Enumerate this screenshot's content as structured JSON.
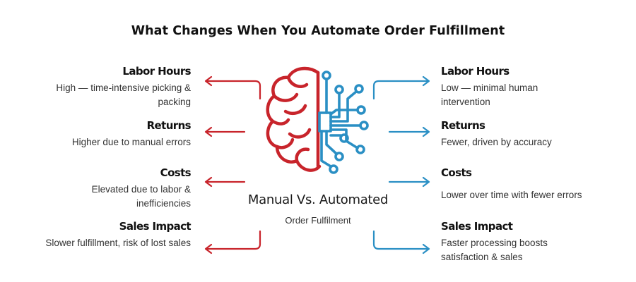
{
  "title": "What Changes When You Automate Order Fulfillment",
  "center": {
    "title": "Manual Vs. Automated",
    "subtitle": "Order Fulfilment"
  },
  "manual": [
    {
      "heading": "Labor Hours",
      "description": "High — time-intensive picking & packing"
    },
    {
      "heading": "Returns",
      "description": "Higher due to manual errors"
    },
    {
      "heading": "Costs",
      "description": "Elevated due to labor & inefficiencies"
    },
    {
      "heading": "Sales Impact",
      "description": "Slower fulfillment, risk of lost sales"
    }
  ],
  "automated": [
    {
      "heading": "Labor Hours",
      "description": "Low — minimal human intervention"
    },
    {
      "heading": "Returns",
      "description": "Fewer, driven by accuracy"
    },
    {
      "heading": "Costs",
      "description": "Lower over time with fewer errors"
    },
    {
      "heading": "Sales Impact",
      "description": "Faster processing boosts satisfaction & sales"
    }
  ],
  "colors": {
    "manual": "#c8242b",
    "automated": "#2a8fc4"
  },
  "icons": {
    "center": "brain-circuit-icon",
    "manual_arrow": "arrow-left-icon",
    "automated_arrow": "arrow-right-icon"
  }
}
